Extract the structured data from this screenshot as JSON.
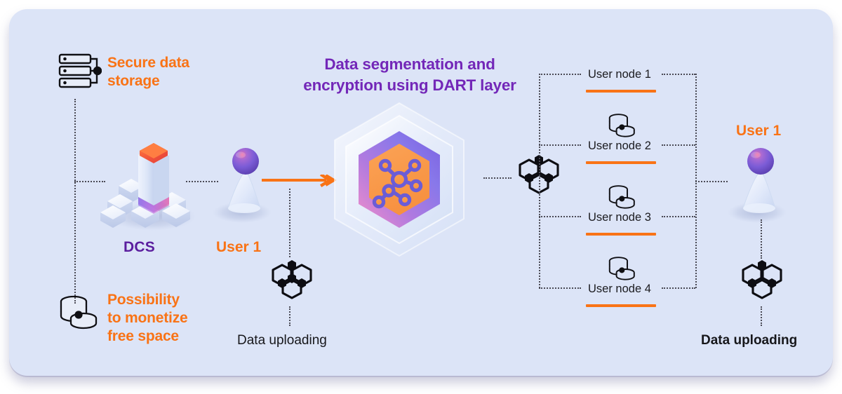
{
  "diagram": {
    "title": "Data segmentation and encryption using DART layer",
    "title_line1": "Data segmentation and",
    "title_line2": "encryption using DART layer"
  },
  "left_features": [
    {
      "icon": "server-rack-icon",
      "text_line1": "Secure data",
      "text_line2": "storage"
    },
    {
      "icon": "coin-stack-icon",
      "text_line1": "Possibility",
      "text_line2": "to monetize",
      "text_line3": "free space"
    }
  ],
  "dcs": {
    "label": "DCS",
    "icon": "hex-cluster-3d-icon"
  },
  "user_left": {
    "label": "User 1",
    "icon": "user-pawn-icon"
  },
  "upload_left": {
    "label": "Data uploading",
    "icon": "blockchain-hex-icon"
  },
  "center": {
    "icon": "hexagon-dart-layer-icon",
    "inner_icon": "network-nodes-icon"
  },
  "distribution": {
    "icon": "blockchain-hex-icon"
  },
  "user_nodes": [
    {
      "label": "User node 1",
      "has_coin_icon": false
    },
    {
      "label": "User node 2",
      "has_coin_icon": true
    },
    {
      "label": "User node 3",
      "has_coin_icon": true
    },
    {
      "label": "User node 4",
      "has_coin_icon": true
    }
  ],
  "user_right": {
    "label": "User 1",
    "icon": "user-pawn-icon"
  },
  "upload_right": {
    "label": "Data uploading",
    "icon": "blockchain-hex-icon"
  },
  "colors": {
    "background": "#dce4f7",
    "accent_orange": "#F97316",
    "accent_purple": "#7327B8",
    "dcs_purple": "#5B1E9E",
    "text_dark": "#1b1b1f",
    "line_dotted": "#4a4a55",
    "page": "#ffffff"
  }
}
